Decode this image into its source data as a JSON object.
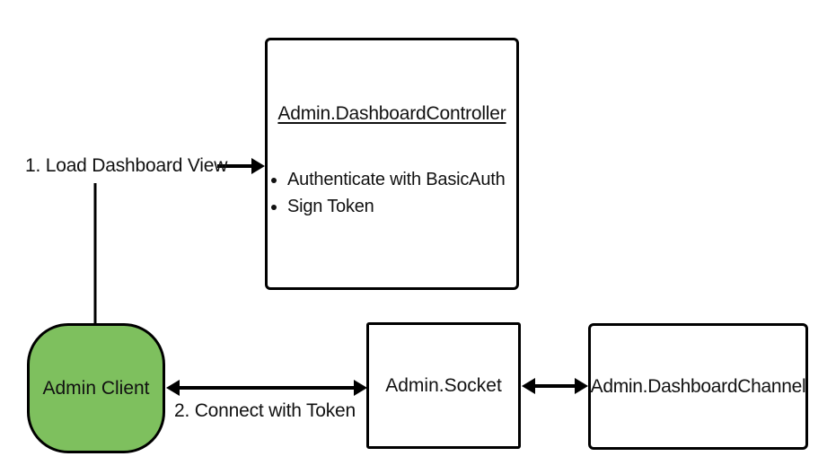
{
  "canvas": {
    "background": "#ffffff",
    "stroke_color": "#000000",
    "text_color": "#111111"
  },
  "nodes": {
    "controller": {
      "title": "Admin.DashboardController",
      "bullets": [
        "Authenticate with BasicAuth",
        "Sign Token"
      ],
      "fill": "#ffffff"
    },
    "client": {
      "label": "Admin Client",
      "fill": "#7EC05E"
    },
    "socket": {
      "label": "Admin.Socket",
      "fill": "#ffffff"
    },
    "channel": {
      "label": "Admin.DashboardChannel",
      "fill": "#ffffff"
    }
  },
  "edges": {
    "load_dashboard_view": {
      "label": "1. Load Dashboard View",
      "type": "arrow-right",
      "from": "Admin Client (via label line)",
      "to": "Admin.DashboardController"
    },
    "connect_with_token": {
      "label": "2. Connect with Token",
      "type": "double-arrow",
      "from": "Admin Client",
      "to": "Admin.Socket"
    },
    "socket_channel": {
      "label": "",
      "type": "double-arrow",
      "from": "Admin.Socket",
      "to": "Admin.DashboardChannel"
    }
  }
}
